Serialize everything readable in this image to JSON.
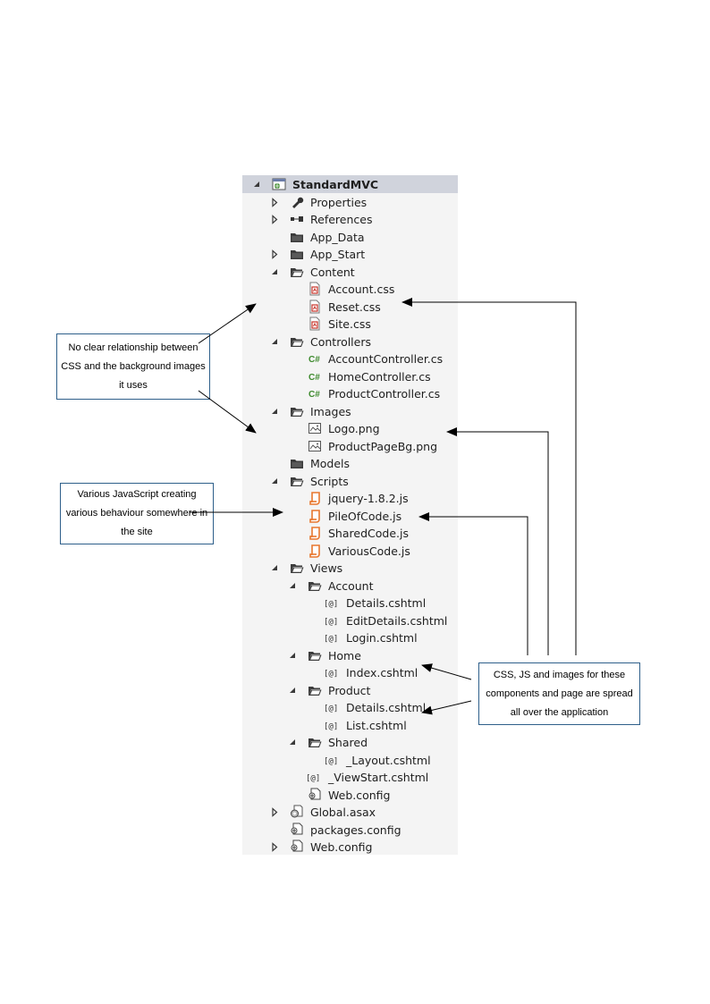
{
  "tree": {
    "rows": [
      {
        "label": "StandardMVC",
        "indent": 0,
        "twisty": "expanded",
        "icon": "project",
        "bold": true,
        "selected": true
      },
      {
        "label": "Properties",
        "indent": 1,
        "twisty": "collapsed",
        "icon": "wrench"
      },
      {
        "label": "References",
        "indent": 1,
        "twisty": "collapsed",
        "icon": "references"
      },
      {
        "label": "App_Data",
        "indent": 1,
        "twisty": "none",
        "icon": "folder"
      },
      {
        "label": "App_Start",
        "indent": 1,
        "twisty": "collapsed",
        "icon": "folder"
      },
      {
        "label": "Content",
        "indent": 1,
        "twisty": "expanded",
        "icon": "folder-open"
      },
      {
        "label": "Account.css",
        "indent": 2,
        "twisty": "none",
        "icon": "css"
      },
      {
        "label": "Reset.css",
        "indent": 2,
        "twisty": "none",
        "icon": "css"
      },
      {
        "label": "Site.css",
        "indent": 2,
        "twisty": "none",
        "icon": "css"
      },
      {
        "label": "Controllers",
        "indent": 1,
        "twisty": "expanded",
        "icon": "folder-open"
      },
      {
        "label": "AccountController.cs",
        "indent": 2,
        "twisty": "none",
        "icon": "csharp"
      },
      {
        "label": "HomeController.cs",
        "indent": 2,
        "twisty": "none",
        "icon": "csharp"
      },
      {
        "label": "ProductController.cs",
        "indent": 2,
        "twisty": "none",
        "icon": "csharp"
      },
      {
        "label": "Images",
        "indent": 1,
        "twisty": "expanded",
        "icon": "folder-open"
      },
      {
        "label": "Logo.png",
        "indent": 2,
        "twisty": "none",
        "icon": "image"
      },
      {
        "label": "ProductPageBg.png",
        "indent": 2,
        "twisty": "none",
        "icon": "image"
      },
      {
        "label": "Models",
        "indent": 1,
        "twisty": "none",
        "icon": "folder"
      },
      {
        "label": "Scripts",
        "indent": 1,
        "twisty": "expanded",
        "icon": "folder-open"
      },
      {
        "label": "jquery-1.8.2.js",
        "indent": 2,
        "twisty": "none",
        "icon": "js"
      },
      {
        "label": "PileOfCode.js",
        "indent": 2,
        "twisty": "none",
        "icon": "js"
      },
      {
        "label": "SharedCode.js",
        "indent": 2,
        "twisty": "none",
        "icon": "js"
      },
      {
        "label": "VariousCode.js",
        "indent": 2,
        "twisty": "none",
        "icon": "js"
      },
      {
        "label": "Views",
        "indent": 1,
        "twisty": "expanded",
        "icon": "folder-open"
      },
      {
        "label": "Account",
        "indent": 2,
        "twisty": "expanded",
        "icon": "folder-open"
      },
      {
        "label": "Details.cshtml",
        "indent": 3,
        "twisty": "none",
        "icon": "razor"
      },
      {
        "label": "EditDetails.cshtml",
        "indent": 3,
        "twisty": "none",
        "icon": "razor"
      },
      {
        "label": "Login.cshtml",
        "indent": 3,
        "twisty": "none",
        "icon": "razor"
      },
      {
        "label": "Home",
        "indent": 2,
        "twisty": "expanded",
        "icon": "folder-open"
      },
      {
        "label": "Index.cshtml",
        "indent": 3,
        "twisty": "none",
        "icon": "razor"
      },
      {
        "label": "Product",
        "indent": 2,
        "twisty": "expanded",
        "icon": "folder-open"
      },
      {
        "label": "Details.cshtml",
        "indent": 3,
        "twisty": "none",
        "icon": "razor"
      },
      {
        "label": "List.cshtml",
        "indent": 3,
        "twisty": "none",
        "icon": "razor"
      },
      {
        "label": "Shared",
        "indent": 2,
        "twisty": "expanded",
        "icon": "folder-open"
      },
      {
        "label": "_Layout.cshtml",
        "indent": 3,
        "twisty": "none",
        "icon": "razor"
      },
      {
        "label": "_ViewStart.cshtml",
        "indent": 2,
        "twisty": "none",
        "icon": "razor"
      },
      {
        "label": "Web.config",
        "indent": 2,
        "twisty": "none",
        "icon": "config"
      },
      {
        "label": "Global.asax",
        "indent": 1,
        "twisty": "collapsed",
        "icon": "global"
      },
      {
        "label": "packages.config",
        "indent": 1,
        "twisty": "none",
        "icon": "config"
      },
      {
        "label": "Web.config",
        "indent": 1,
        "twisty": "collapsed",
        "icon": "config"
      }
    ]
  },
  "notes": {
    "css": "No clear relationship between CSS and the background images it uses",
    "js": "Various JavaScript creating various behaviour somewhere in the site",
    "components": "CSS, JS and images for these components and page are spread all over the application"
  },
  "colors": {
    "folder": "#3c3c3c",
    "css": "#c8352b",
    "csharp": "#3e8a2e",
    "js": "#e8772e",
    "note_border": "#2e5f8a",
    "selection": "#d0d3dc"
  }
}
